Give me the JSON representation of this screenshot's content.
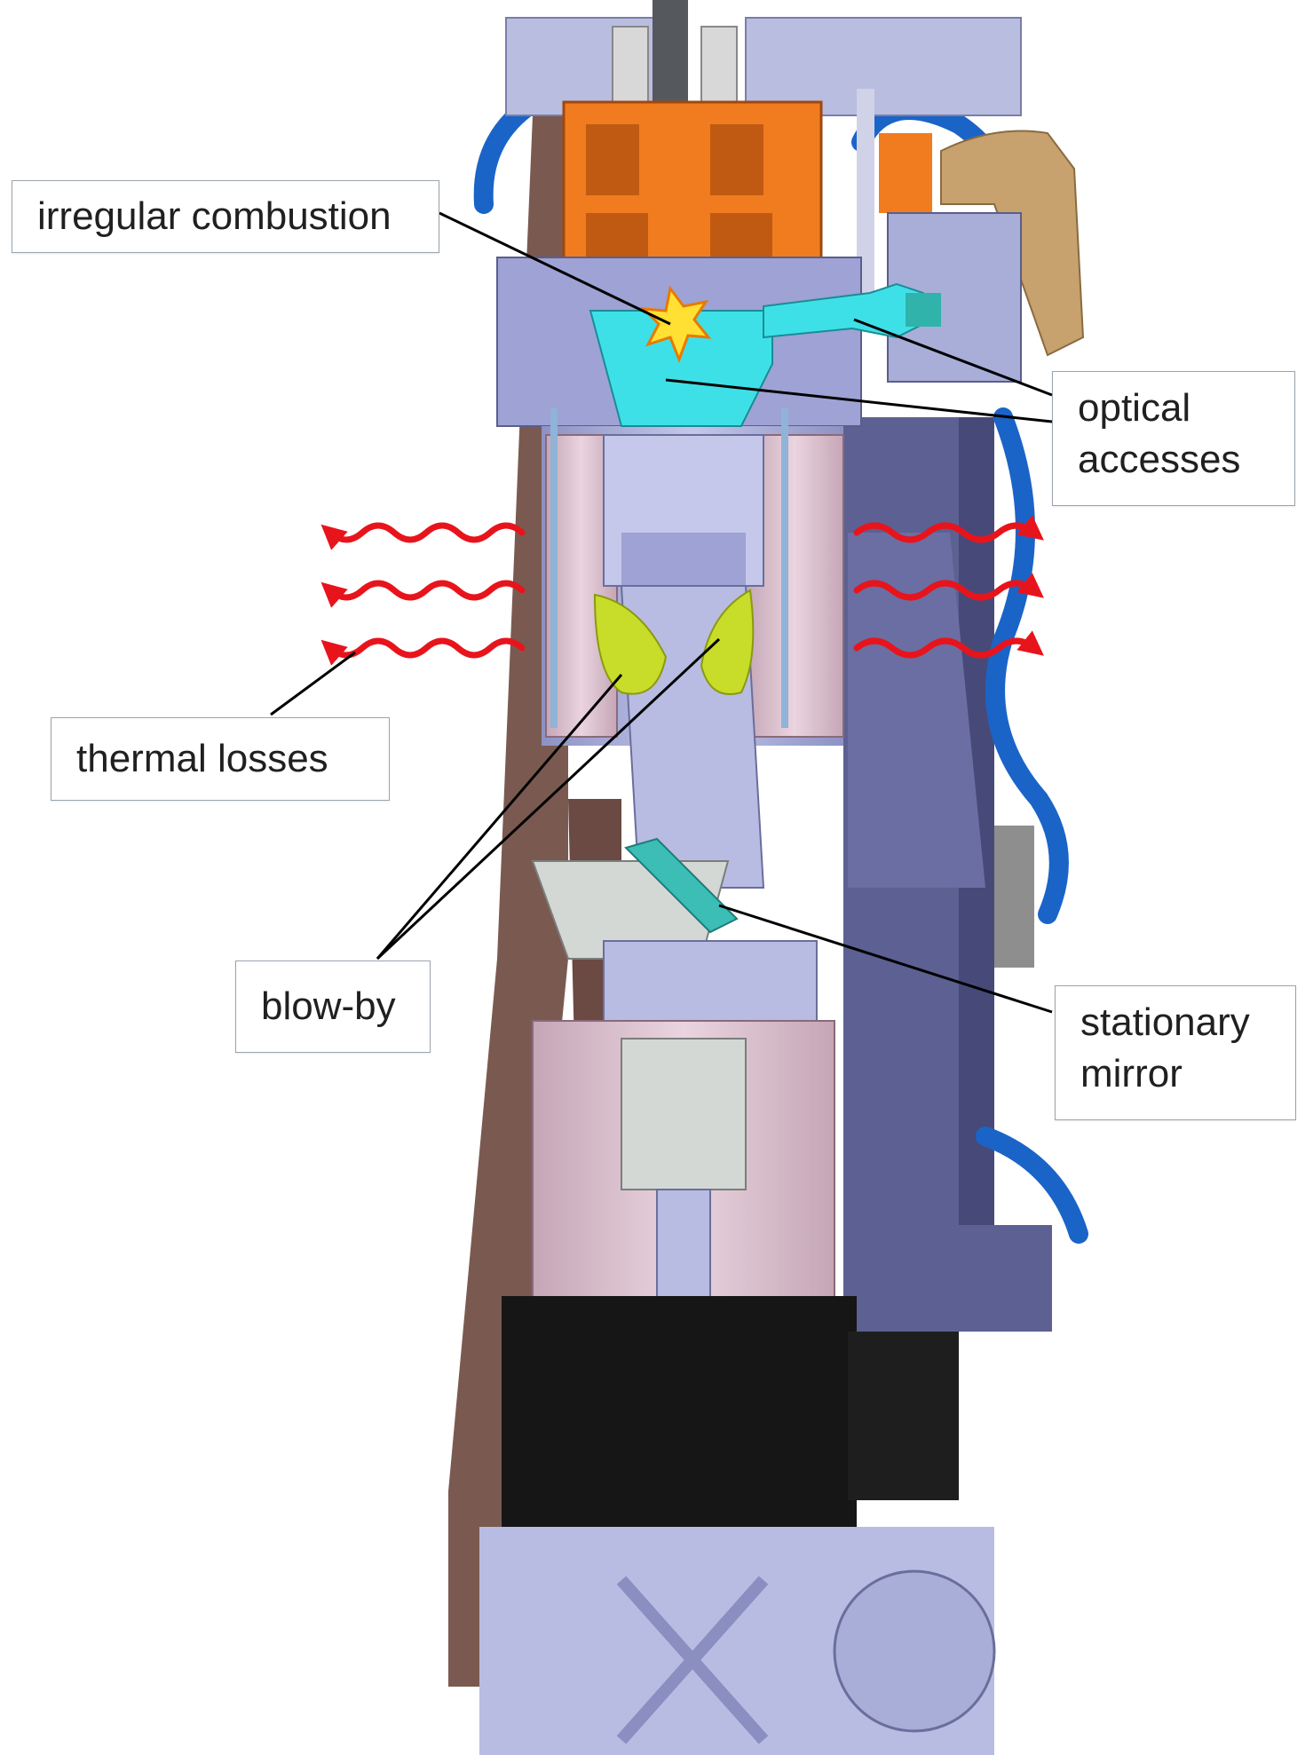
{
  "labels": {
    "irregular_combustion": "irregular combustion",
    "optical_accesses_line1": "optical",
    "optical_accesses_line2": "accesses",
    "thermal_losses": "thermal losses",
    "blow_by": "blow-by",
    "stationary_mirror_line1": "stationary",
    "stationary_mirror_line2": "mirror"
  },
  "colors": {
    "combustion_head": "#f07c1f",
    "optical_window": "#3ee0e8",
    "blow_by_region": "#c8dc2a",
    "thermal_arrows": "#e8141c",
    "coolant_hose": "#1a64c8",
    "liner_pink": "#d8b8cc",
    "body_lavender": "#a8aed8",
    "base_black": "#161616",
    "frame_brown": "#7a5a50",
    "mirror_teal": "#3cbdb6"
  }
}
